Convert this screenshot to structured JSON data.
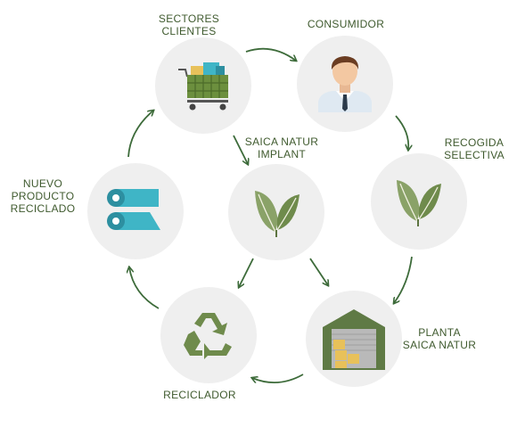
{
  "nodes": {
    "sectores_clientes": {
      "label_line1": "SECTORES",
      "label_line2": "CLIENTES",
      "icon": "shopping-cart-icon"
    },
    "consumidor": {
      "label_line1": "CONSUMIDOR",
      "icon": "person-icon"
    },
    "recogida_selectiva": {
      "label_line1": "RECOGIDA",
      "label_line2": "SELECTIVA",
      "icon": "leaf-icon"
    },
    "planta": {
      "label_line1": "PLANTA",
      "label_line2": "SAICA NATUR",
      "icon": "warehouse-icon"
    },
    "reciclador": {
      "label_line1": "RECICLADOR",
      "icon": "recycle-icon"
    },
    "nuevo_producto": {
      "label_line1": "NUEVO",
      "label_line2": "PRODUCTO",
      "label_line3": "RECICLADO",
      "icon": "paper-rolls-icon"
    },
    "implant": {
      "label_line1": "SAICA NATUR",
      "label_line2": "IMPLANT",
      "icon": "leaf-icon"
    }
  },
  "colors": {
    "label": "#3f5a2e",
    "arrow": "#3d6b3a",
    "circle": "#efefef",
    "leaf": "#8aa268",
    "teal": "#3fb5c6"
  }
}
